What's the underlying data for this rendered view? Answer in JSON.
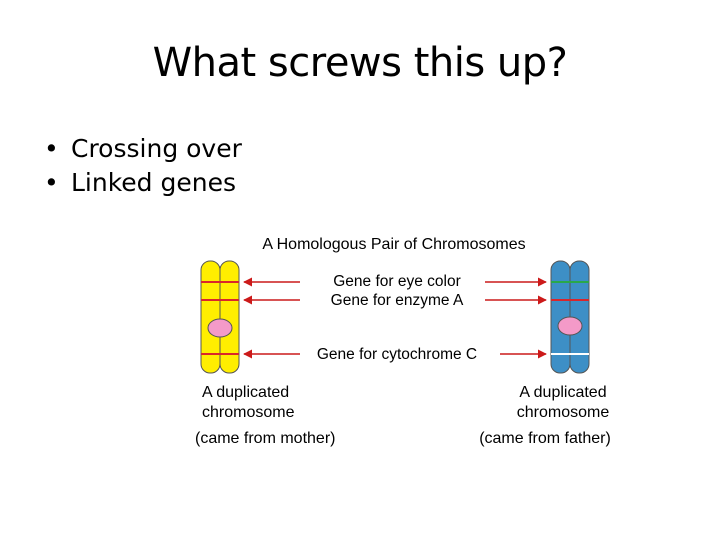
{
  "slide": {
    "title": "What screws this up?",
    "bullet_glyph": "•",
    "bullets": [
      "Crossing over",
      "Linked genes"
    ]
  },
  "diagram": {
    "heading": "A Homologous Pair of Chromosomes",
    "gene_labels": {
      "eye_color": "Gene for eye color",
      "enzyme_a": "Gene for enzyme A",
      "cytochrome_c": "Gene for cytochrome C"
    },
    "left_chromosome": {
      "line1": "A duplicated",
      "line2": "chromosome",
      "origin": "(came from mother)"
    },
    "right_chromosome": {
      "line1": "A duplicated",
      "line2": "chromosome",
      "origin": "(came from father)"
    },
    "colors": {
      "maternal": "#ffee00",
      "paternal": "#3d8fc6",
      "centromere": "#f49ac8",
      "arrow": "#cc1a1a",
      "band_red": "#d9262b",
      "band_green": "#2aa84a",
      "band_white": "#ffffff"
    }
  }
}
